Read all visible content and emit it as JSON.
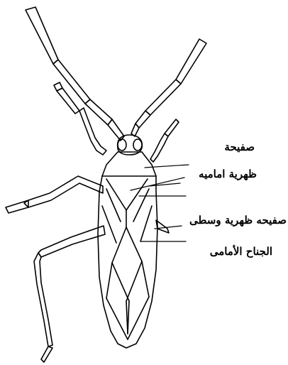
{
  "labels": {
    "pronotum_line1": "صفيحة",
    "pronotum_line2": "ظهرية اماميه",
    "scutellum": "صفيحه ظهرية وسطى",
    "forewing": "الجناح الأمامى"
  },
  "colors": {
    "ink": "#000000",
    "background": "#ffffff"
  }
}
